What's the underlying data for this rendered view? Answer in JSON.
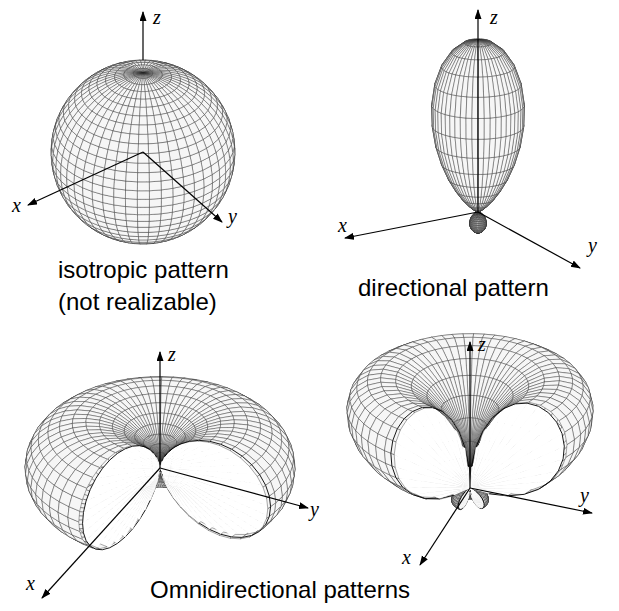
{
  "diagram": {
    "labels": [
      "z",
      "x",
      "y",
      "isotropic pattern (not realizable)",
      "z",
      "x",
      "y",
      "directional pattern",
      "z",
      "x",
      "y",
      "z",
      "x",
      "y",
      "Omnidirectional patterns"
    ]
  }
}
